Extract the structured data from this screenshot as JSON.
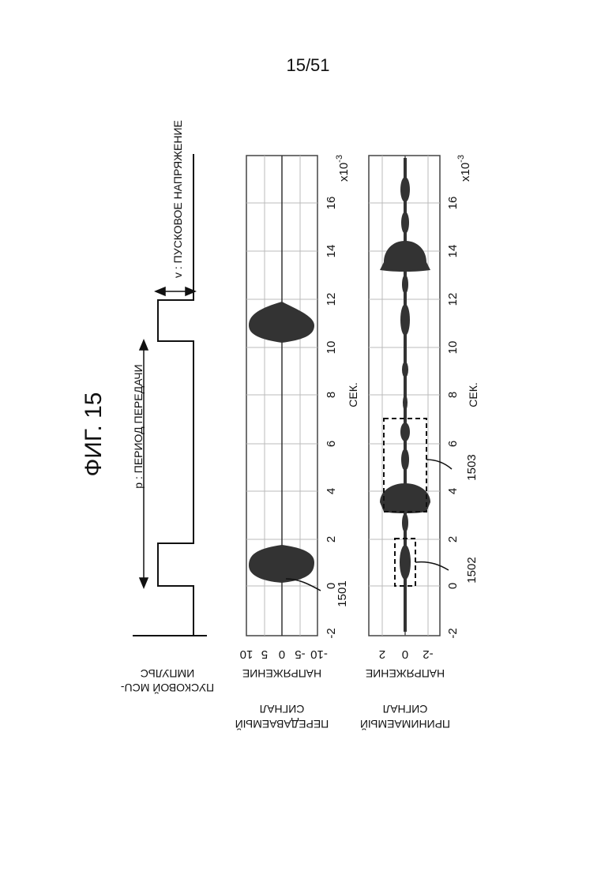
{
  "page_number": "15/51",
  "figure": {
    "title": "ФИГ. 15",
    "mcu_pulse": {
      "label": [
        "ПУСКОВОЙ МСU-",
        "ИМПУЛЬС"
      ],
      "period_label": "p : ПЕРИОД ПЕРЕДАЧИ",
      "voltage_label": "v : ПУСКОВОЕ НАПРЯЖЕНИЕ"
    },
    "transmitted": {
      "label": [
        "ПЕРЕДАВАЕМЫЙ",
        "СИГНАЛ"
      ],
      "axis_label": "НАПРЯЖЕНИЕ",
      "y_ticks": [
        "10",
        "5",
        "0",
        "-5",
        "-10"
      ],
      "x_ticks": [
        "-2",
        "0",
        "2",
        "4",
        "6",
        "8",
        "10",
        "12",
        "14",
        "16"
      ],
      "x_unit": "СЕК.",
      "exponent": "x10",
      "exponent_power": "-3",
      "ref": "1501"
    },
    "received": {
      "label": [
        "ПРИНИМАЕМЫЙ",
        "СИГНАЛ"
      ],
      "axis_label": "НАПРЯЖЕНИЕ",
      "y_ticks": [
        "2",
        "0",
        "-2"
      ],
      "x_ticks": [
        "-2",
        "0",
        "2",
        "4",
        "6",
        "8",
        "10",
        "12",
        "14",
        "16"
      ],
      "x_unit": "СЕК.",
      "exponent": "x10",
      "exponent_power": "-3",
      "refs": [
        "1502",
        "1503"
      ]
    }
  }
}
